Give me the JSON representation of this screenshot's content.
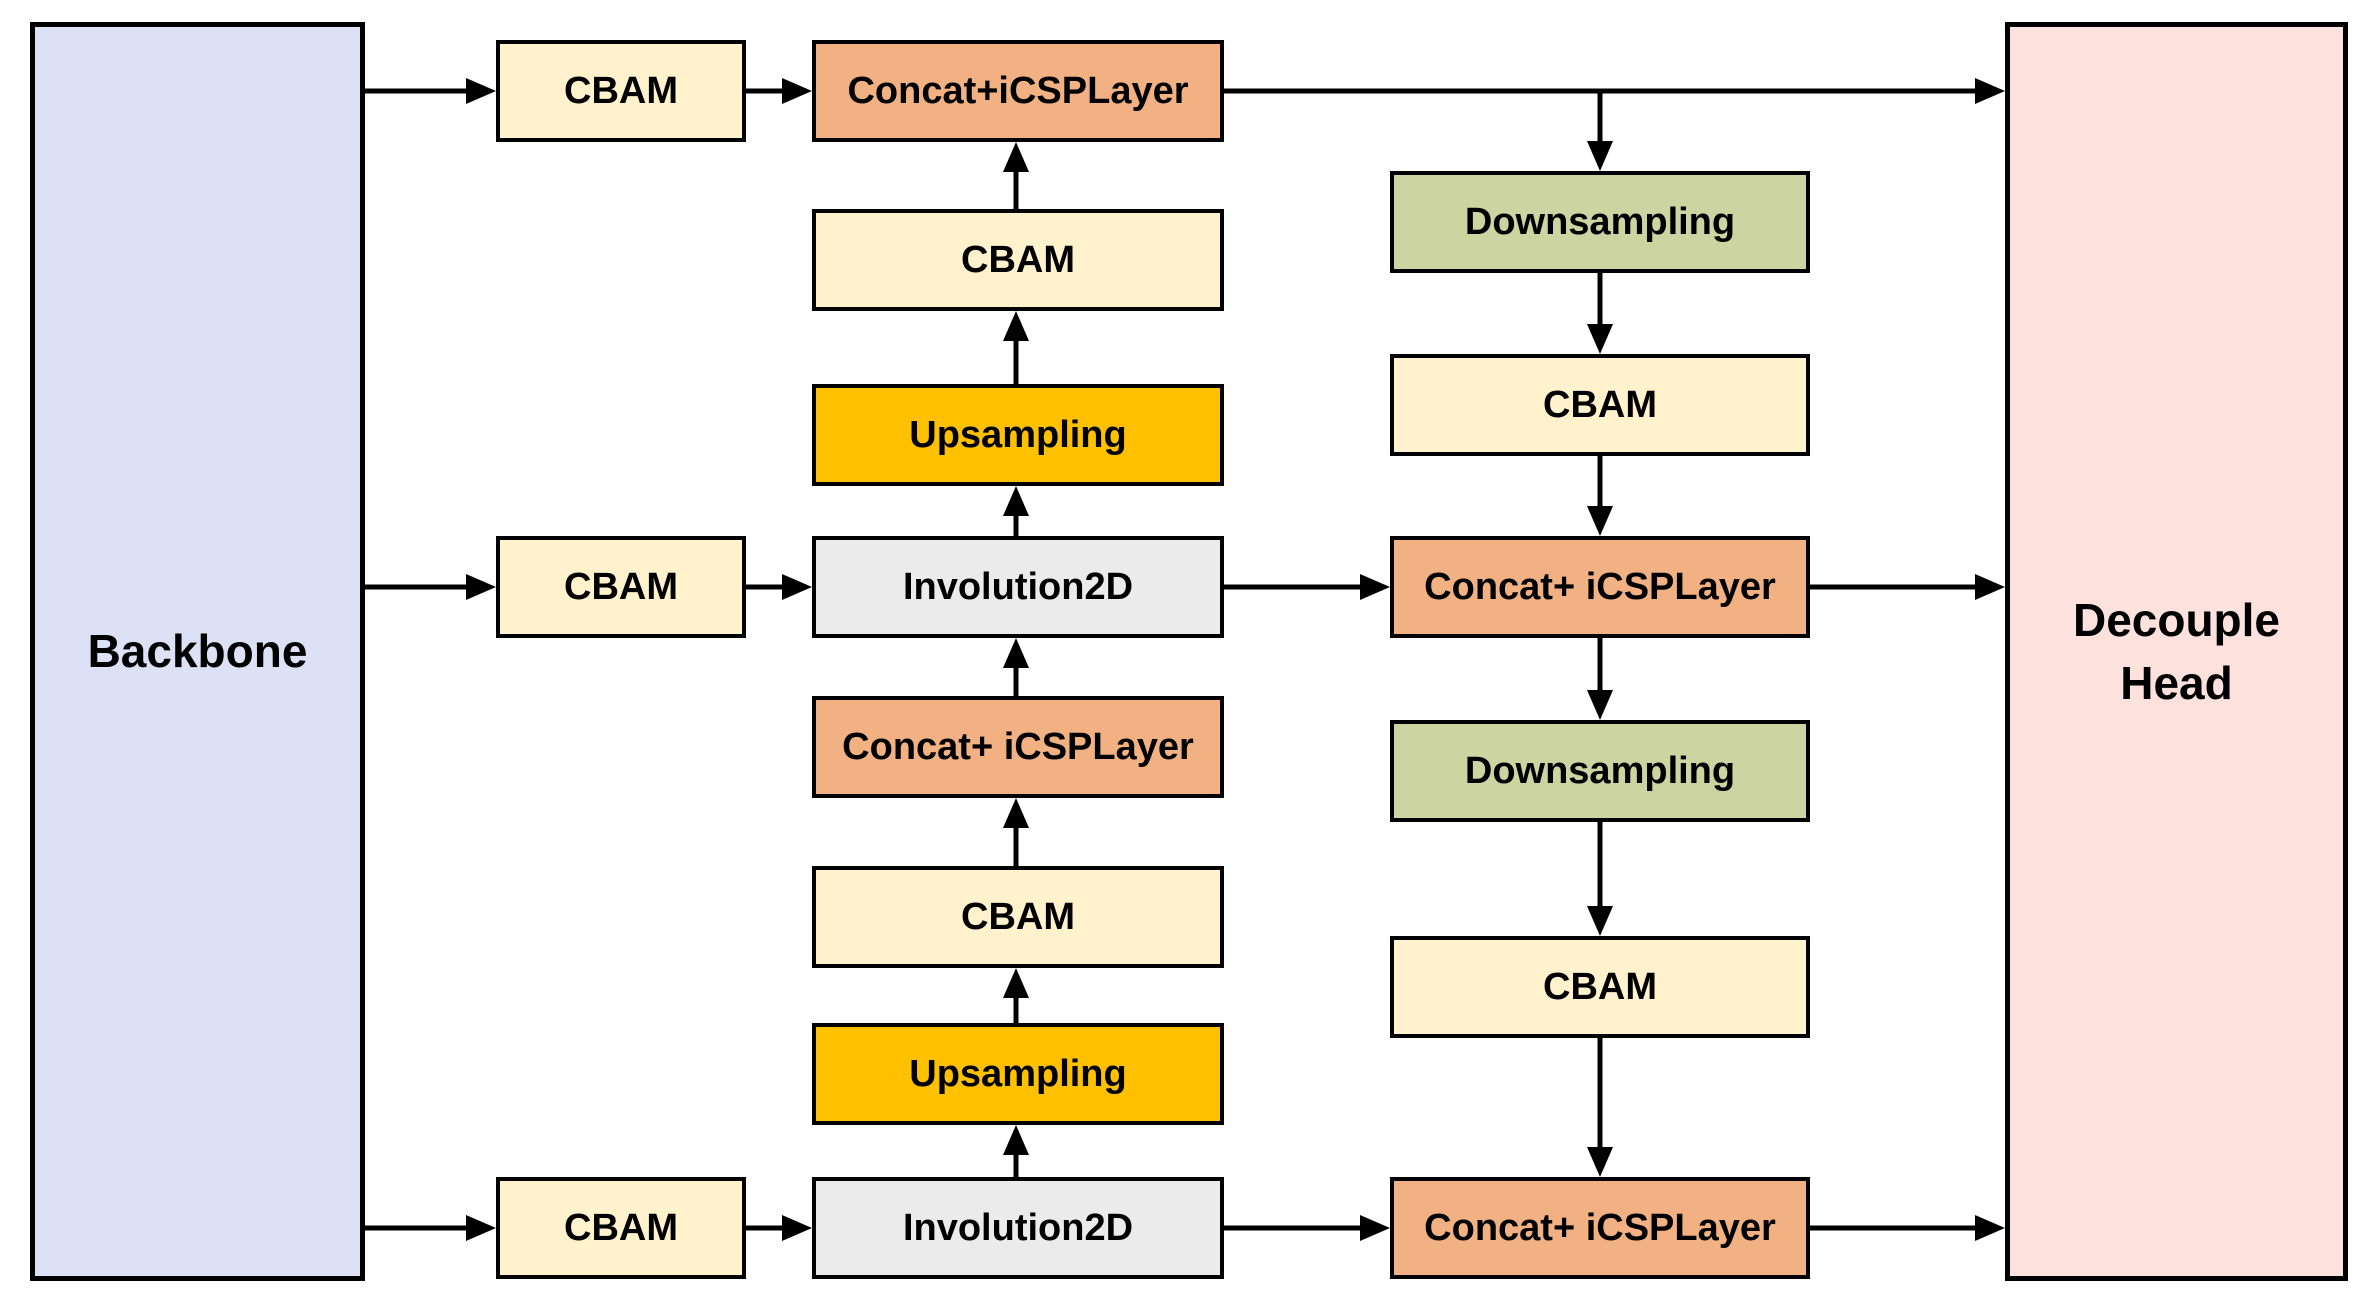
{
  "colors": {
    "backbone": "#dde1f6",
    "decouple_head": "#fce1dd",
    "cbam": "#fff2cc",
    "concat_icsplayer": "#f2b183",
    "upsampling": "#ffc000",
    "involution": "#ebebeb",
    "downsampling": "#ccd5a1",
    "line": "#000000"
  },
  "nodes": {
    "backbone": {
      "label": "Backbone"
    },
    "decouple_head": {
      "label": "Decouple Head"
    },
    "cbam_left_top": {
      "label": "CBAM"
    },
    "cbam_left_mid": {
      "label": "CBAM"
    },
    "cbam_left_bottom": {
      "label": "CBAM"
    },
    "concat_top": {
      "label": "Concat+iCSPLayer"
    },
    "cbam_mid_upper": {
      "label": "CBAM"
    },
    "upsampling_upper": {
      "label": "Upsampling"
    },
    "involution_mid": {
      "label": "Involution2D"
    },
    "concat_mid": {
      "label": "Concat+ iCSPLayer"
    },
    "cbam_mid_lower": {
      "label": "CBAM"
    },
    "upsampling_lower": {
      "label": "Upsampling"
    },
    "involution_bottom": {
      "label": "Involution2D"
    },
    "downsampling_1": {
      "label": "Downsampling"
    },
    "cbam_right_1": {
      "label": "CBAM"
    },
    "concat_right_mid": {
      "label": "Concat+ iCSPLayer"
    },
    "downsampling_2": {
      "label": "Downsampling"
    },
    "cbam_right_2": {
      "label": "CBAM"
    },
    "concat_right_bottom": {
      "label": "Concat+ iCSPLayer"
    }
  },
  "edges": [
    {
      "from": "backbone",
      "to": "cbam_left_top"
    },
    {
      "from": "cbam_left_top",
      "to": "concat_top"
    },
    {
      "from": "concat_top",
      "to": "decouple_head"
    },
    {
      "from": "concat_top",
      "to": "downsampling_1"
    },
    {
      "from": "downsampling_1",
      "to": "cbam_right_1"
    },
    {
      "from": "cbam_right_1",
      "to": "concat_right_mid"
    },
    {
      "from": "concat_right_mid",
      "to": "decouple_head"
    },
    {
      "from": "concat_right_mid",
      "to": "downsampling_2"
    },
    {
      "from": "downsampling_2",
      "to": "cbam_right_2"
    },
    {
      "from": "cbam_right_2",
      "to": "concat_right_bottom"
    },
    {
      "from": "concat_right_bottom",
      "to": "decouple_head"
    },
    {
      "from": "backbone",
      "to": "cbam_left_mid"
    },
    {
      "from": "cbam_left_mid",
      "to": "involution_mid"
    },
    {
      "from": "involution_mid",
      "to": "concat_right_mid"
    },
    {
      "from": "involution_mid",
      "to": "upsampling_upper"
    },
    {
      "from": "upsampling_upper",
      "to": "cbam_mid_upper"
    },
    {
      "from": "cbam_mid_upper",
      "to": "concat_top"
    },
    {
      "from": "backbone",
      "to": "cbam_left_bottom"
    },
    {
      "from": "cbam_left_bottom",
      "to": "involution_bottom"
    },
    {
      "from": "involution_bottom",
      "to": "concat_right_bottom"
    },
    {
      "from": "involution_bottom",
      "to": "upsampling_lower"
    },
    {
      "from": "upsampling_lower",
      "to": "cbam_mid_lower"
    },
    {
      "from": "cbam_mid_lower",
      "to": "concat_mid"
    },
    {
      "from": "concat_mid",
      "to": "involution_mid"
    }
  ]
}
